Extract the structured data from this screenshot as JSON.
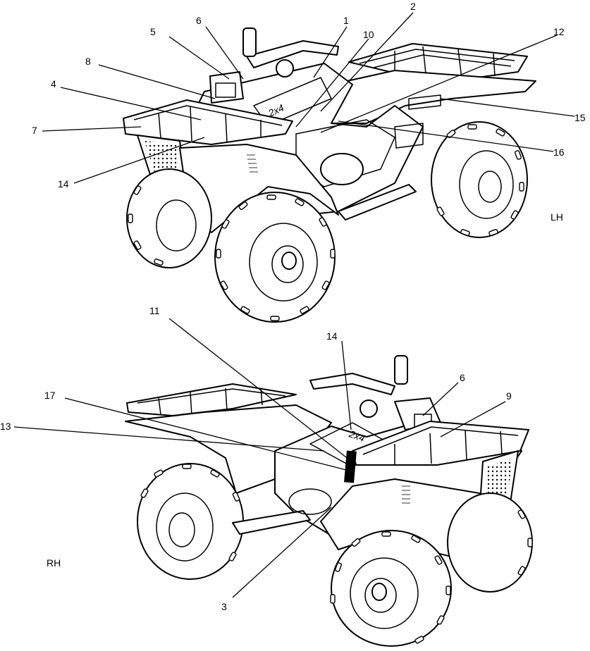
{
  "views": {
    "lh": {
      "label": "LH"
    },
    "rh": {
      "label": "RH"
    }
  },
  "callouts": {
    "lh": [
      "1",
      "2",
      "5",
      "6",
      "8",
      "10",
      "12",
      "4",
      "7",
      "14",
      "15",
      "16"
    ],
    "rh": [
      "11",
      "14",
      "6",
      "9",
      "17",
      "13",
      "3"
    ]
  }
}
